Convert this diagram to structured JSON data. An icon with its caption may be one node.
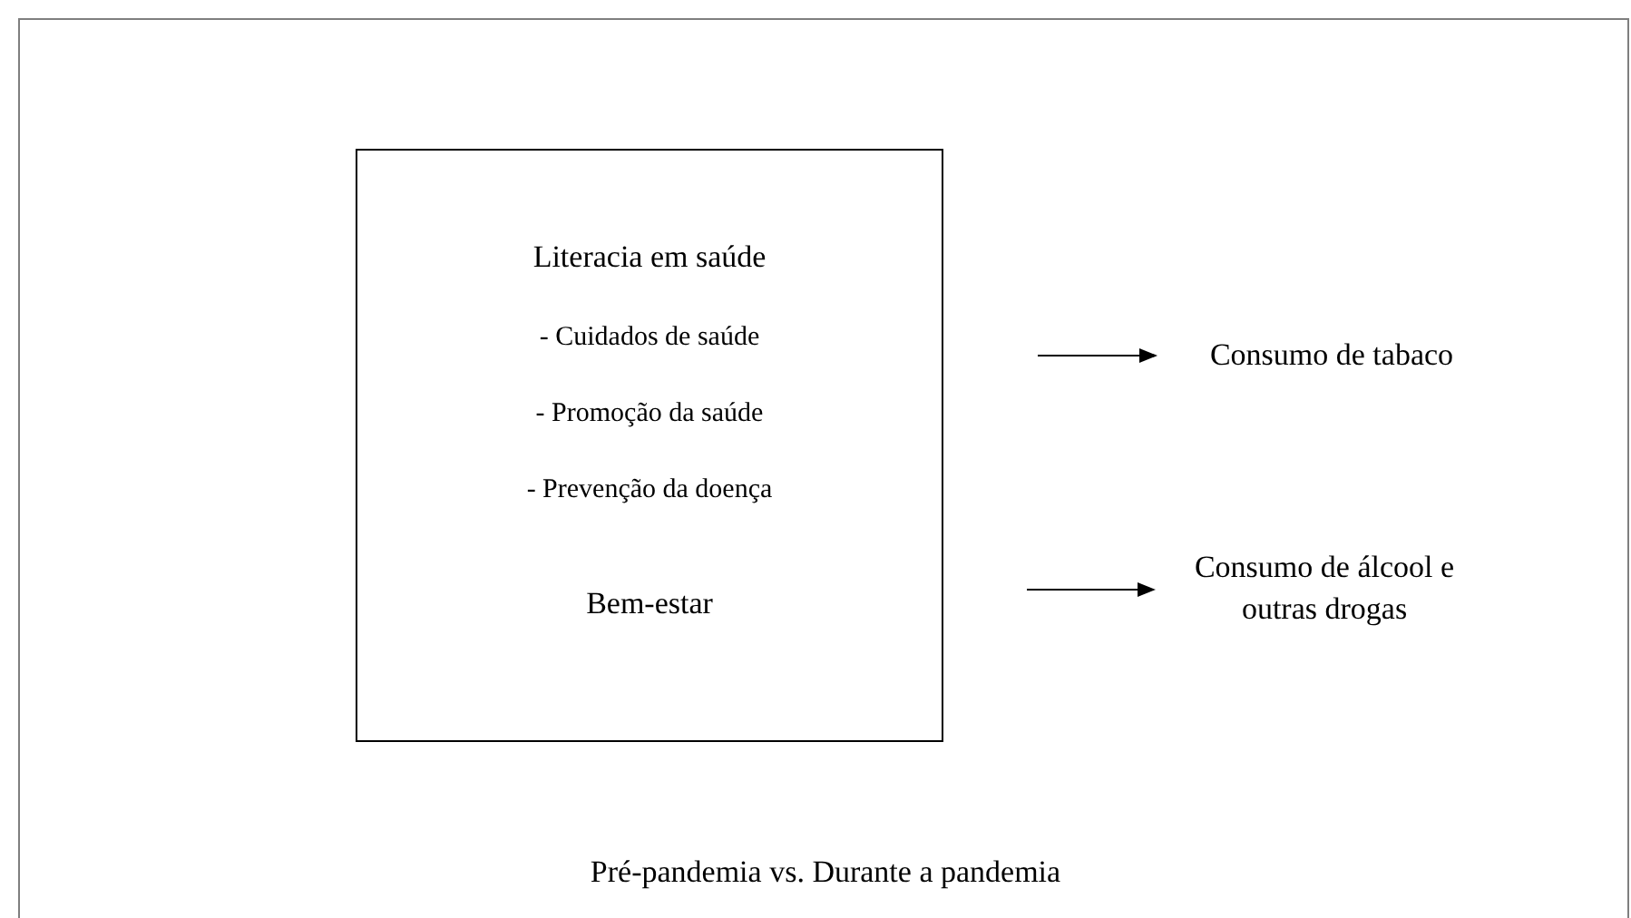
{
  "diagram": {
    "caption": "Pré-pandemia vs. Durante a pandemia",
    "nodes": [
      {
        "text": [
          "Literacia em saúde",
          "- Cuidados de saúde",
          "- Promoção da saúde",
          "- Prevenção da doença",
          "Bem-estar"
        ]
      },
      {
        "text": [
          "Consumo de tabaco"
        ]
      },
      {
        "text": [
          "Consumo de álcool e outras drogas"
        ]
      }
    ],
    "edges": [
      {
        "from": null,
        "to": 1,
        "arrow": "to"
      },
      {
        "from": null,
        "to": 2,
        "arrow": "to"
      }
    ]
  }
}
